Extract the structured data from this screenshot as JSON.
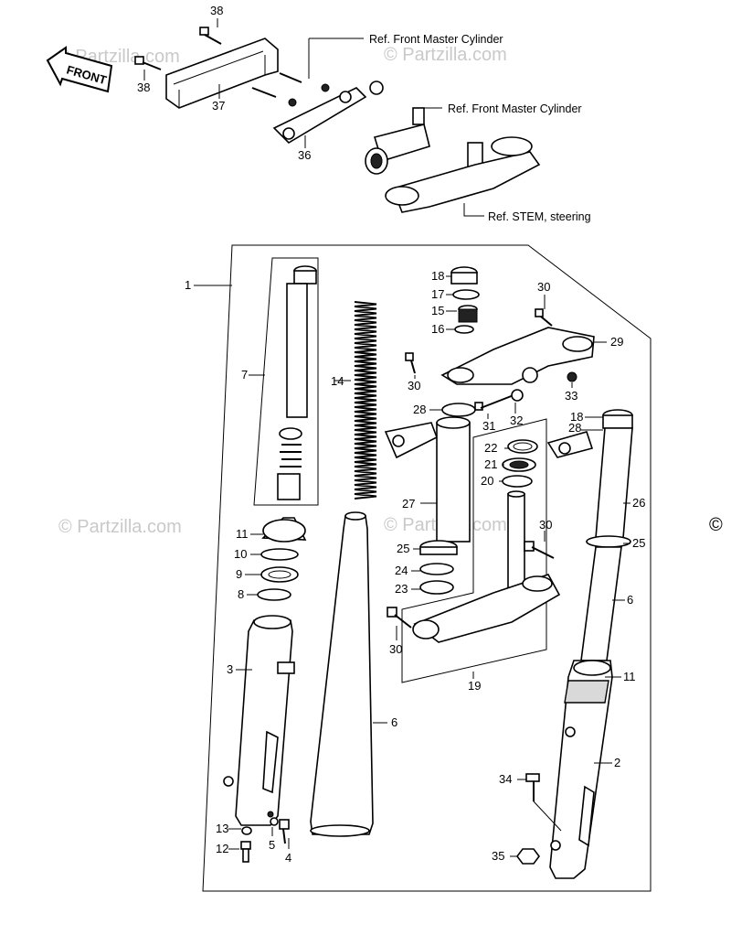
{
  "front_arrow": "FRONT",
  "refs": {
    "master_cyl_1": "Ref.   Front Master Cylinder",
    "master_cyl_2": "Ref.   Front Master Cylinder",
    "stem": "Ref.   STEM, steering"
  },
  "watermark": "© Partzilla.com",
  "copyright_symbol": "©",
  "callouts": {
    "c38a": "38",
    "c38b": "38",
    "c37": "37",
    "c36": "36",
    "c1": "1",
    "c7": "7",
    "c14": "14",
    "c18a": "18",
    "c17": "17",
    "c15": "15",
    "c16": "16",
    "c30a": "30",
    "c29": "29",
    "c30b": "30",
    "c33": "33",
    "c28a": "28",
    "c31": "31",
    "c32": "32",
    "c18b": "18",
    "c28b": "28",
    "c22": "22",
    "c21": "21",
    "c20": "20",
    "c27": "27",
    "c26": "26",
    "c30c": "30",
    "c25a": "25",
    "c25b": "25",
    "c24": "24",
    "c23": "23",
    "c11a": "11",
    "c10": "10",
    "c9": "9",
    "c8": "8",
    "c6a": "6",
    "c30d": "30",
    "c19": "19",
    "c3": "3",
    "c11b": "11",
    "c6b": "6",
    "c2": "2",
    "c34": "34",
    "c13": "13",
    "c5": "5",
    "c12": "12",
    "c4": "4",
    "c35": "35"
  }
}
